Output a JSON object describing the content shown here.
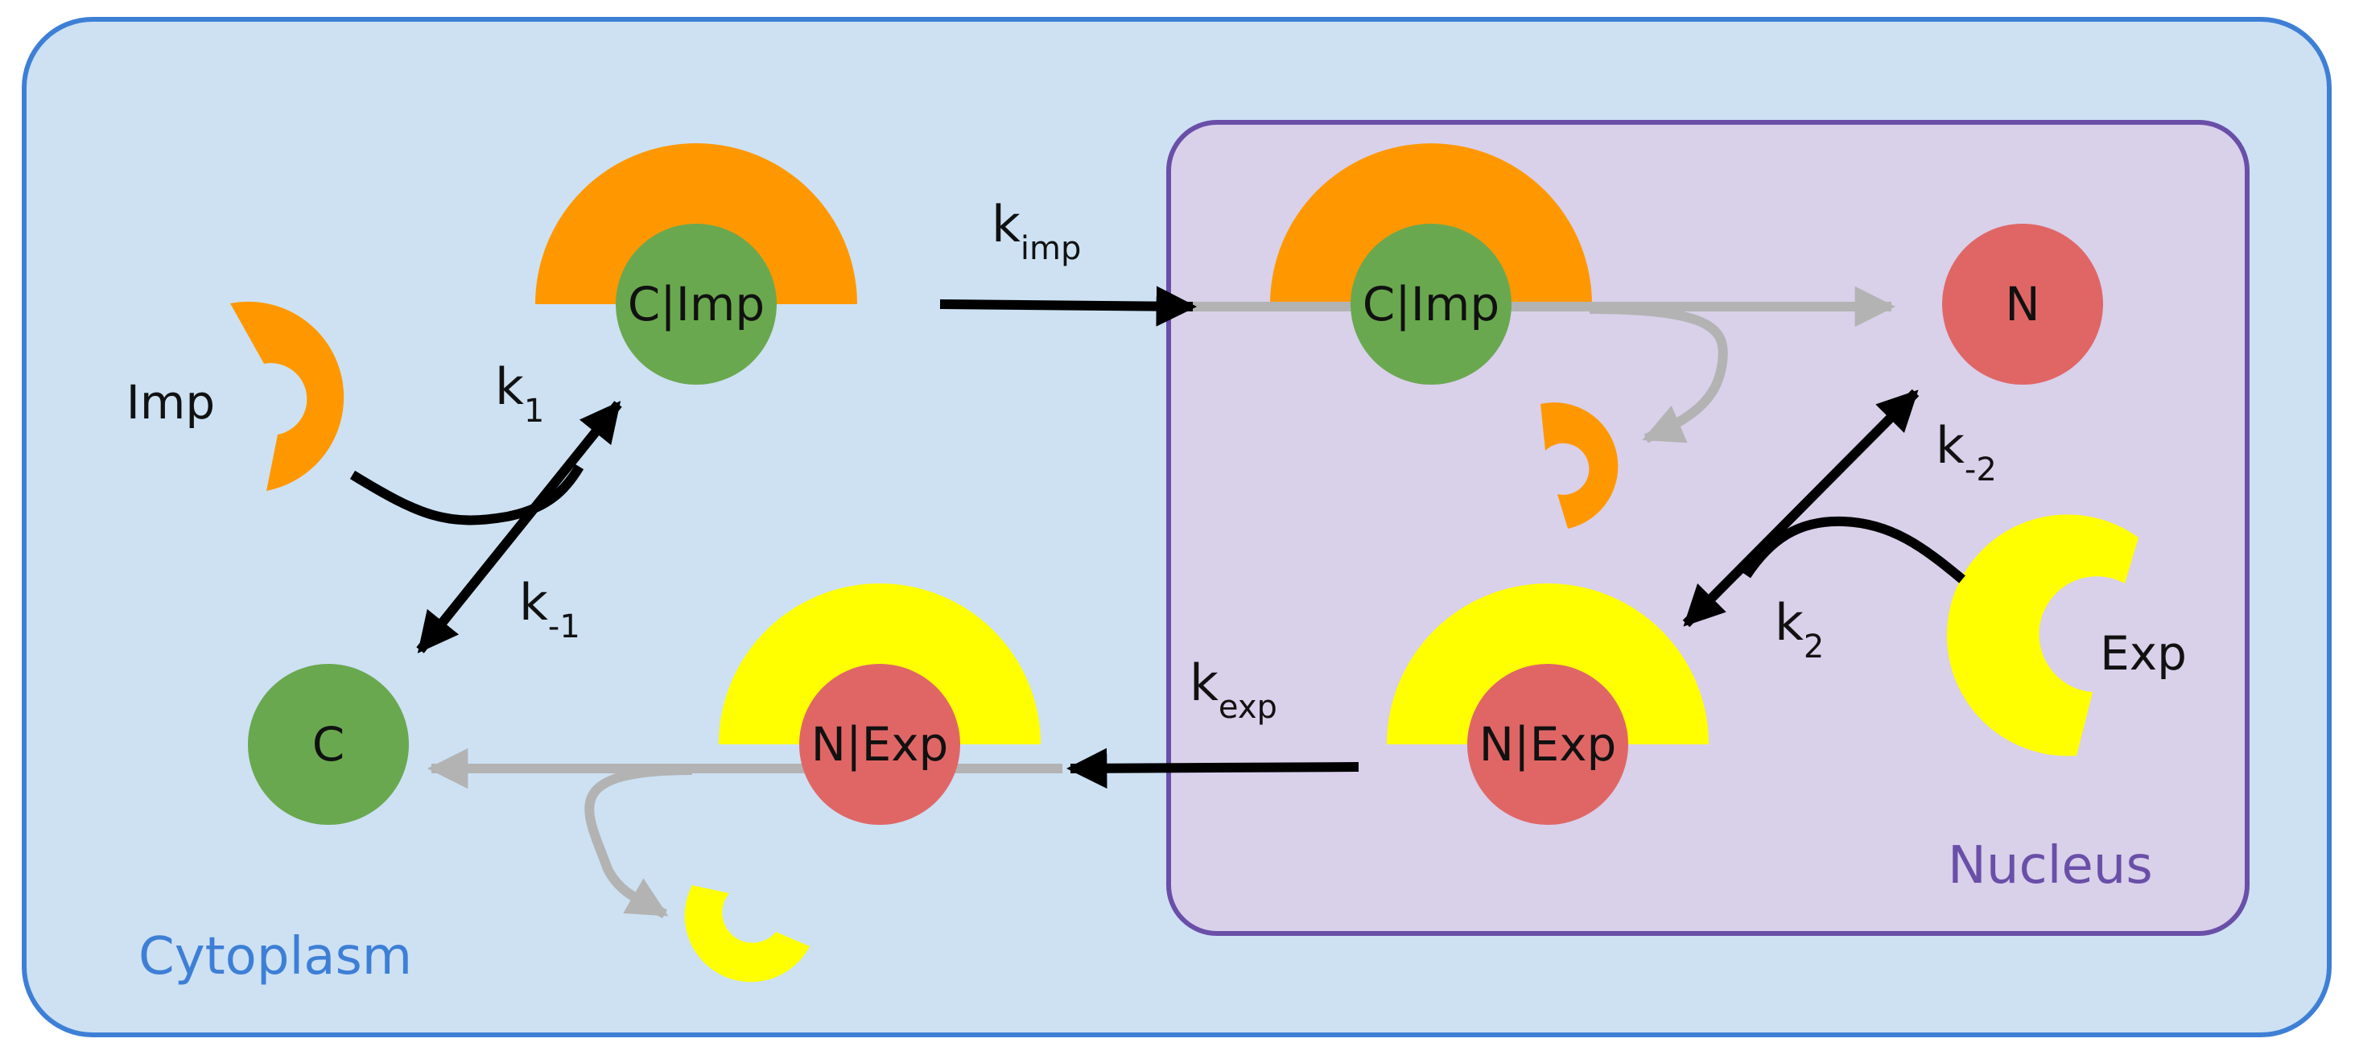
{
  "compartments": {
    "cytoplasm": {
      "label": "Cytoplasm",
      "fill": "#cde1f3",
      "stroke": "#3e7fd6"
    },
    "nucleus": {
      "label": "Nucleus",
      "fill": "#d9d0ea",
      "stroke": "#6a4fa8"
    }
  },
  "species": {
    "imp": {
      "label": "Imp",
      "color": "#ff9800"
    },
    "exp": {
      "label": "Exp",
      "color": "#ffff00"
    },
    "c": {
      "label": "C",
      "color": "#6aa84f"
    },
    "n": {
      "label": "N",
      "color": "#e06666"
    },
    "c_imp_cyto": {
      "label": "C|Imp"
    },
    "c_imp_nuc": {
      "label": "C|Imp"
    },
    "n_exp_nuc": {
      "label": "N|Exp"
    },
    "n_exp_cyto": {
      "label": "N|Exp"
    }
  },
  "rates": {
    "k1": {
      "base": "k",
      "sub": "1"
    },
    "k_minus1": {
      "base": "k",
      "sub": "-1"
    },
    "k_imp": {
      "base": "k",
      "sub": "imp"
    },
    "k_minus2": {
      "base": "k",
      "sub": "-2"
    },
    "k2": {
      "base": "k",
      "sub": "2"
    },
    "k_exp": {
      "base": "k",
      "sub": "exp"
    }
  },
  "colors": {
    "arrow": "#000000",
    "transport_arrow": "#b3b3b3"
  }
}
